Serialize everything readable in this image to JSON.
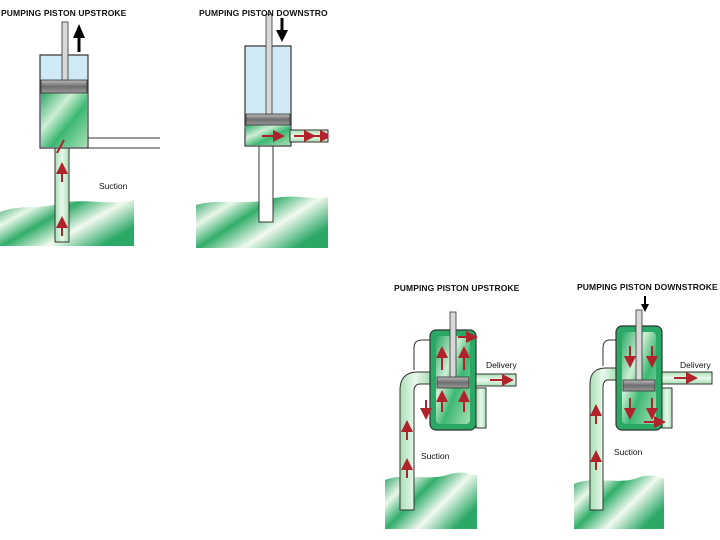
{
  "panels": [
    {
      "title": "PUMPING PISTON UPSTROKE",
      "label": "Suction"
    },
    {
      "title": "PUMPING PISTON DOWNSTROKE"
    },
    {
      "title": "PUMPING PISTON UPSTROKE",
      "label_suction": "Suction",
      "label_delivery": "Delivery"
    },
    {
      "title": "PUMPING PISTON DOWNSTROKE",
      "label_suction": "Suction",
      "label_delivery": "Delivery"
    }
  ],
  "colors": {
    "fluid": "#2aa866",
    "fluid_light": "#bfe8c6",
    "cylinder_blue": "#cfe9f7",
    "piston_grey": "#8a8a8a",
    "arrow_red": "#b0232a",
    "outline": "#333333"
  }
}
